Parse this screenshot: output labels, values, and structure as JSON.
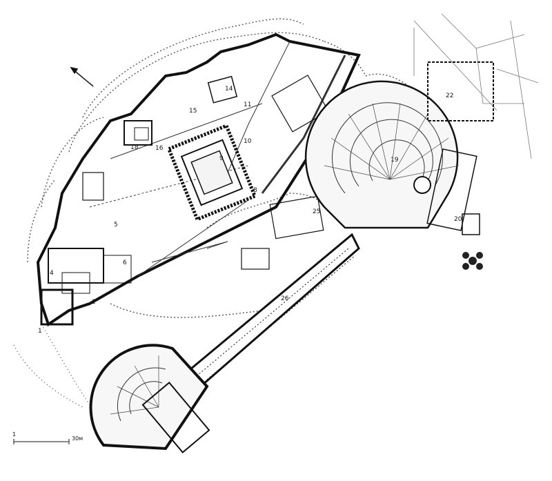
{
  "labels": {
    "l1": "1",
    "l2": "2",
    "l4": "4",
    "l5": "5",
    "l6": "6",
    "l8": "8",
    "l9": "9",
    "l10": "10",
    "l11": "11",
    "l14": "14",
    "l15": "15",
    "l16": "16",
    "l18": "18",
    "l19": "19",
    "l20": "20",
    "l22": "22",
    "l25": "25",
    "l26": "26"
  },
  "scale": {
    "start": "1",
    "end": "30м"
  },
  "colors": {
    "ink": "#111111",
    "hatch": "#555555",
    "paper": "#ffffff"
  }
}
